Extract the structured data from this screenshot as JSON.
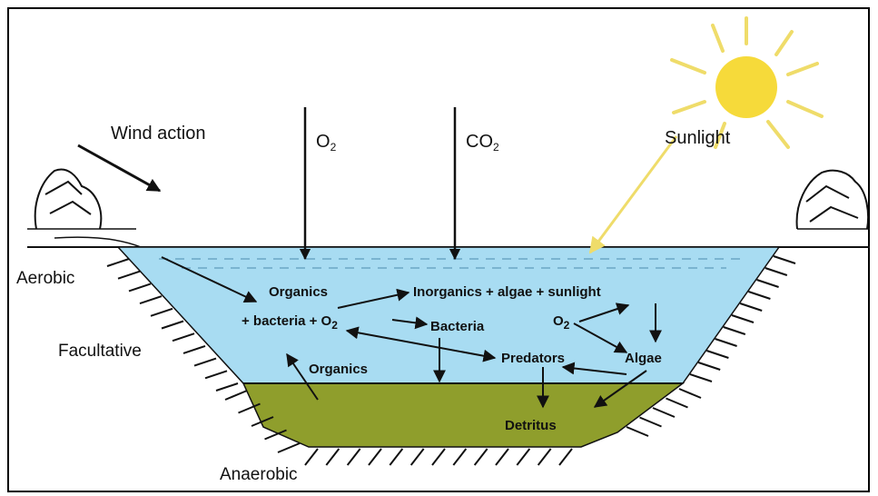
{
  "labels": {
    "wind_action": "Wind action",
    "o2_top": "O",
    "o2_top_sub": "2",
    "co2_top": "CO",
    "co2_top_sub": "2",
    "sunlight": "Sunlight",
    "aerobic": "Aerobic",
    "facultative": "Facultative",
    "anaerobic": "Anaerobic"
  },
  "inner_labels": {
    "organics_top": "Organics",
    "inorganics": "Inorganics + algae + sunlight",
    "bacteria_o2": "+ bacteria + O",
    "bacteria_o2_sub": "2",
    "bacteria": "Bacteria",
    "o2_inner": "O",
    "o2_inner_sub": "2",
    "algae": "Algae",
    "predators": "Predators",
    "organics_bottom": "Organics",
    "detritus": "Detritus"
  },
  "colors": {
    "water": "#a8dcf2",
    "sediment": "#8f9e2c",
    "sun": "#f6da3a",
    "sun_rays": "#efdc6a",
    "ink": "#111111"
  }
}
